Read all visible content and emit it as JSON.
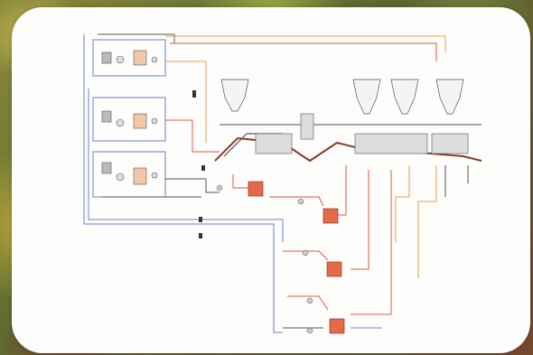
{
  "image": {
    "kind": "process-flow-diagram",
    "icons": [
      "centrifuge-icon",
      "heat-exchanger-icon",
      "pump-icon",
      "hopper-icon",
      "conveyor-icon"
    ]
  },
  "colors": {
    "card_bg": "#fdfdfb",
    "line_dark": "#3b3b3b",
    "line_blue": "#6a7fc8",
    "line_red": "#d9564a",
    "line_orange": "#e7a04a",
    "line_brown": "#8a3b2a",
    "equip_fill": "#e46a4a"
  },
  "chart_data": {
    "type": "diagram",
    "equipment_groups": [
      {
        "name": "",
        "count": 3
      },
      {
        "name": "",
        "count": 4
      },
      {
        "name": "",
        "count": 4
      }
    ]
  }
}
